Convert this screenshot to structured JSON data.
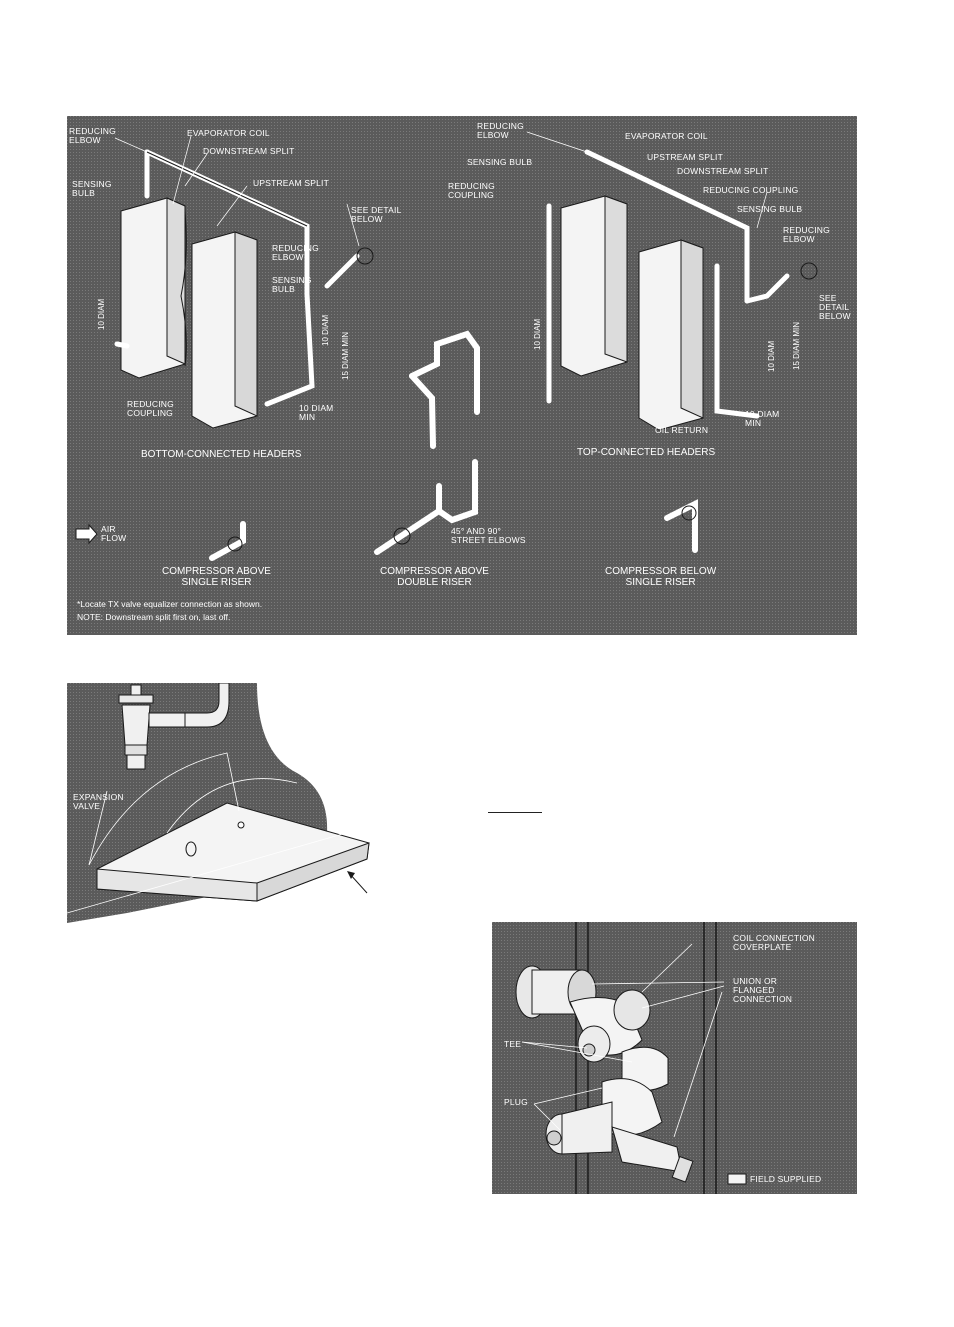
{
  "top_diagram": {
    "labels": {
      "reducing_elbow_left": "REDUCING\nELBOW",
      "evaporator_coil_left": "EVAPORATOR COIL",
      "downstream_split_left": "DOWNSTREAM SPLIT",
      "sensing_bulb_left": "SENSING\nBULB",
      "upstream_split_left": "UPSTREAM SPLIT",
      "see_detail_below_left": "SEE DETAIL\nBELOW",
      "reducing_elbow_mid": "REDUCING\nELBOW",
      "sensing_bulb_mid": "SENSING\nBULB",
      "reducing_coupling_left": "REDUCING\nCOUPLING",
      "ten_diam_min_left": "10 DIAM\nMIN",
      "reducing_elbow_right": "REDUCING\nELBOW",
      "evaporator_coil_right": "EVAPORATOR COIL",
      "sensing_bulb_right_top": "SENSING BULB",
      "upstream_split_right": "UPSTREAM SPLIT",
      "reducing_coupling_right_top": "REDUCING\nCOUPLING",
      "downstream_split_right": "DOWNSTREAM SPLIT",
      "reducing_coupling_right": "REDUCING COUPLING",
      "sensing_bulb_right": "SENSING BULB",
      "reducing_elbow_far_right": "REDUCING\nELBOW",
      "see_detail_below_right": "SEE\nDETAIL\nBELOW",
      "ten_diam_min_right": "10 DIAM\nMIN",
      "oil_return": "OIL RETURN",
      "air_flow": "AIR\nFLOW",
      "street_elbows": "45° AND 90°\nSTREET ELBOWS"
    },
    "vertical_labels": {
      "ten_diam_left": "10 DIAM",
      "fifteen_diam_min_left": "15 DIAM MIN",
      "ten_diam_far_left": "10 DIAM",
      "ten_diam_right": "10 DIAM",
      "fifteen_diam_min_right": "15 DIAM MIN",
      "ten_diam_far_right": "10 DIAM"
    },
    "captions": {
      "bottom_connected": "BOTTOM-CONNECTED HEADERS",
      "top_connected": "TOP-CONNECTED HEADERS",
      "compressor_above_single": "COMPRESSOR ABOVE\nSINGLE RISER",
      "compressor_above_double": "COMPRESSOR ABOVE\nDOUBLE RISER",
      "compressor_below_single": "COMPRESSOR BELOW\nSINGLE RISER"
    },
    "notes": {
      "line1": "*Locate TX valve equalizer connection as shown.",
      "line2": "NOTE:  Downstream split first on, last off."
    }
  },
  "drain_pan_diagram": {
    "labels": {
      "expansion_valve": "EXPANSION\nVALVE"
    }
  },
  "connection_diagram": {
    "labels": {
      "coil_connection_coverplate": "COIL CONNECTION\nCOVERPLATE",
      "union_or_flanged_connection": "UNION OR\nFLANGED\nCONNECTION",
      "tee": "TEE",
      "plug": "PLUG",
      "field_supplied": "FIELD SUPPLIED"
    }
  },
  "colors": {
    "panel_fill": "#5e5e5e",
    "ink": "#ffffff",
    "page": "#ffffff"
  }
}
